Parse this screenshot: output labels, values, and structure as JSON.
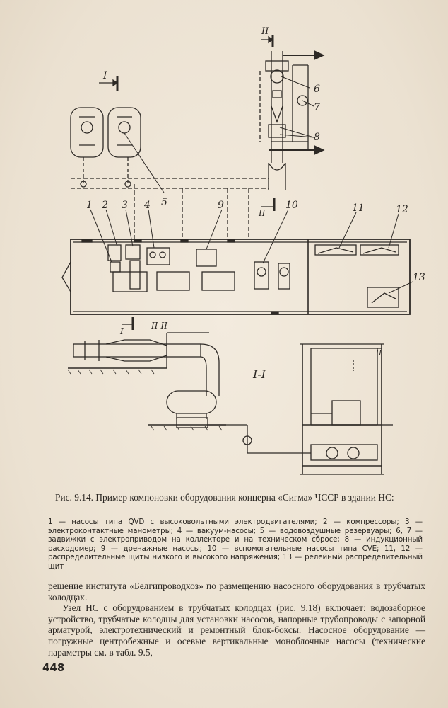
{
  "figure": {
    "callouts": [
      "1",
      "2",
      "3",
      "4",
      "5",
      "6",
      "7",
      "8",
      "9",
      "10",
      "11",
      "12",
      "13"
    ],
    "section_marks": [
      "I",
      "II",
      "I",
      "II",
      "II-II",
      "I-I"
    ],
    "caption": "Рис. 9.14. Пример компоновки оборудования концерна «Сигма» ЧССР в здании НС:",
    "legend": "1 — насосы типа QVD с высоковольтными электродвигателями; 2 — компрессоры; 3 — электроконтактные манометры; 4 — вакуум-насосы; 5 — водовоздушные резервуары; 6, 7 — задвижки с электроприводом на коллекторе и на техническом сбросе; 8 — индукционный расходомер; 9 — дренажные насосы; 10 — вспомогательные насосы типа CVE; 11, 12 — распределительные щиты низкого и высокого напряжения; 13 — релейный распределительный щит"
  },
  "body": {
    "p1": "решение института «Белгипроводхоз» по размещению насосного оборудования в трубчатых колодцах.",
    "p2": "Узел НС с оборудованием в трубчатых колодцах (рис. 9.18) включает: водозаборное устройство, трубчатые колодцы для установки насосов, напорные трубопроводы с запорной арматурой, электротехнический и ремонтный блок-боксы. Насосное оборудование — погружные центробежные и осевые вертикальные моноблочные насосы (технические параметры см. в табл. 9.5,"
  },
  "page_number": "448"
}
